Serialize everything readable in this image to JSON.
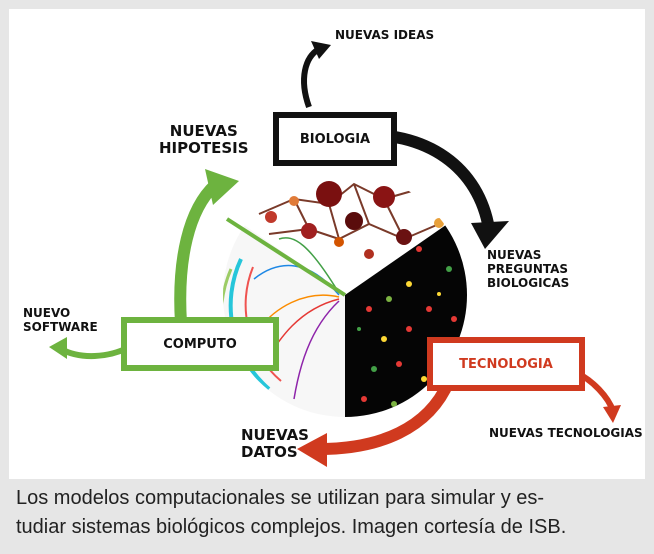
{
  "diagram": {
    "boxes": {
      "biologia": "BIOLOGIA",
      "computo": "COMPUTO",
      "tecnologia": "TECNOLOGIA"
    },
    "labels": {
      "nuevas_ideas": "NUEVAS IDEAS",
      "nuevas_hipotesis": "NUEVAS\nHIPOTESIS",
      "nuevas_preguntas": "NUEVAS\nPREGUNTAS\nBIOLOGICAS",
      "nuevo_software": "NUEVO\nSOFTWARE",
      "nuevos_datos": "NUEVAS\nDATOS",
      "nuevas_tecnologias": "NUEVAS TECNOLOGIAS"
    },
    "colors": {
      "biologia": "#111111",
      "computo": "#6db33f",
      "tecnologia": "#d03a1f"
    }
  },
  "caption": "Los modelos computacionales se utilizan para simular y es-\ntudiar sistemas biológicos complejos. Imagen cortesía de ISB."
}
